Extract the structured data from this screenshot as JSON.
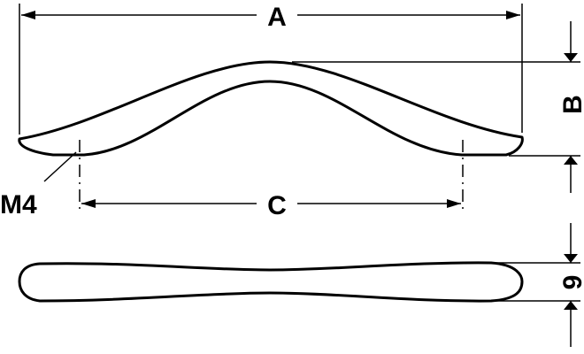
{
  "labels": {
    "overall_length": "A",
    "height": "B",
    "hole_spacing": "C",
    "thread": "M4",
    "thickness": "9"
  },
  "colors": {
    "line": "#000000",
    "background": "#ffffff"
  }
}
